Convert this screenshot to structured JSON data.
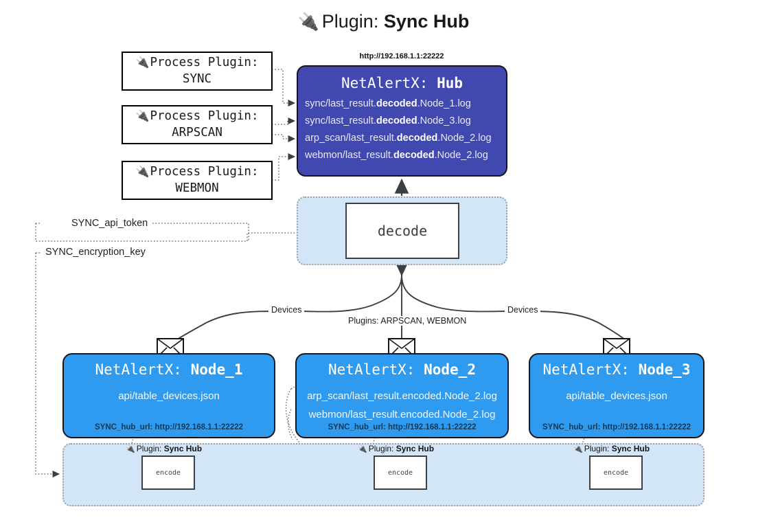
{
  "title": {
    "icon": "plug-icon",
    "label": "Plugin:",
    "value": "Sync Hub"
  },
  "process_plugins": [
    {
      "icon": "plug-icon",
      "label": "Process Plugin:",
      "name": "SYNC"
    },
    {
      "icon": "plug-icon",
      "label": "Process Plugin:",
      "name": "ARPSCAN"
    },
    {
      "icon": "plug-icon",
      "label": "Process Plugin:",
      "name": "WEBMON"
    }
  ],
  "hub": {
    "url": "http://192.168.1.1:22222",
    "title_prefix": "NetAlertX:",
    "title_name": "Hub",
    "logs": [
      {
        "prefix": "sync/last_result.",
        "emph": "decoded",
        "suffix": ".Node_1.log"
      },
      {
        "prefix": "sync/last_result.",
        "emph": "decoded",
        "suffix": ".Node_3.log"
      },
      {
        "prefix": "arp_scan/last_result.",
        "emph": "decoded",
        "suffix": ".Node_2.log"
      },
      {
        "prefix": "webmon/last_result.",
        "emph": "decoded",
        "suffix": ".Node_2.log"
      }
    ]
  },
  "decode": {
    "label": "decode"
  },
  "secrets": {
    "api_token": "SYNC_api_token",
    "encryption_key": "SYNC_encryption_key"
  },
  "edge_labels": {
    "devices_left": "Devices",
    "devices_right": "Devices",
    "plugins_center": "Plugins: ARPSCAN, WEBMON"
  },
  "nodes": [
    {
      "title_prefix": "NetAlertX:",
      "title_name": "Node_1",
      "lines": [
        "api/table_devices.json"
      ],
      "footer": "SYNC_hub_url: http://192.168.1.1:22222"
    },
    {
      "title_prefix": "NetAlertX:",
      "title_name": "Node_2",
      "lines": [
        "arp_scan/last_result.encoded.Node_2.log",
        "webmon/last_result.encoded.Node_2.log"
      ],
      "footer": "SYNC_hub_url: http://192.168.1.1:22222"
    },
    {
      "title_prefix": "NetAlertX:",
      "title_name": "Node_3",
      "lines": [
        "api/table_devices.json"
      ],
      "footer": "SYNC_hub_url: http://192.168.1.1:22222"
    }
  ],
  "encode_groups": [
    {
      "icon": "plug-icon",
      "label": "Plugin:",
      "value": "Sync Hub",
      "box_label": "encode"
    },
    {
      "icon": "plug-icon",
      "label": "Plugin:",
      "value": "Sync Hub",
      "box_label": "encode"
    },
    {
      "icon": "plug-icon",
      "label": "Plugin:",
      "value": "Sync Hub",
      "box_label": "encode"
    }
  ],
  "colors": {
    "hub_fill": "#4149b0",
    "node_fill": "#2e9bf0",
    "group_fill": "#d3e6f8",
    "stroke": "#15151c",
    "page_bg": "#ffffff"
  }
}
